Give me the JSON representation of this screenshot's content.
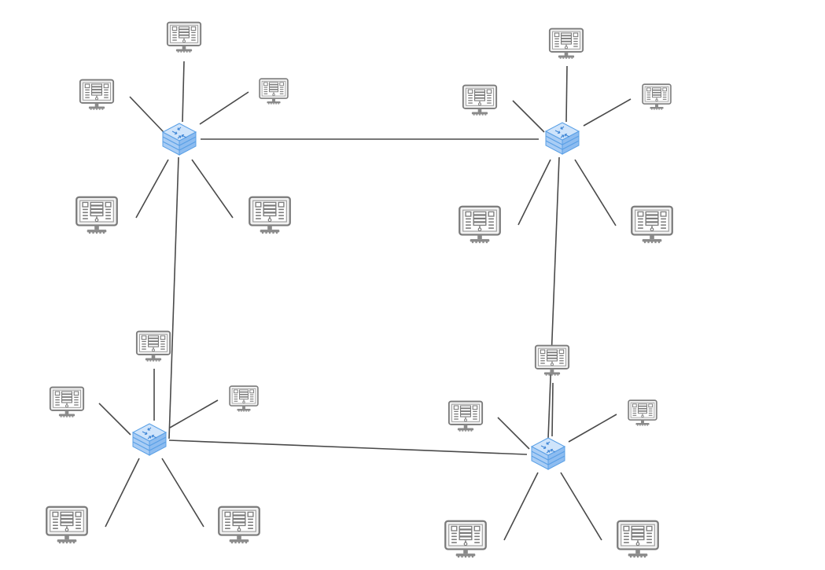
{
  "diagram": {
    "colors": {
      "link": "#4a4a4a",
      "switch_fill": "#a9cdf5",
      "switch_edge": "#5aa0e6",
      "host_frame": "#7b7b7b"
    },
    "icon_names": {
      "switch": "network-switch-icon",
      "host": "computer-monitor-icon"
    },
    "clusters": [
      {
        "id": "cluster-top-left",
        "switch": {
          "id": "switch-1",
          "icon": "network-switch-icon"
        },
        "hosts": [
          {
            "id": "host-1-1",
            "icon": "computer-monitor-icon"
          },
          {
            "id": "host-1-2",
            "icon": "computer-monitor-icon"
          },
          {
            "id": "host-1-3",
            "icon": "computer-monitor-icon"
          },
          {
            "id": "host-1-4",
            "icon": "computer-monitor-icon"
          },
          {
            "id": "host-1-5",
            "icon": "computer-monitor-icon"
          }
        ]
      },
      {
        "id": "cluster-top-right",
        "switch": {
          "id": "switch-2",
          "icon": "network-switch-icon"
        },
        "hosts": [
          {
            "id": "host-2-1",
            "icon": "computer-monitor-icon"
          },
          {
            "id": "host-2-2",
            "icon": "computer-monitor-icon"
          },
          {
            "id": "host-2-3",
            "icon": "computer-monitor-icon"
          },
          {
            "id": "host-2-4",
            "icon": "computer-monitor-icon"
          },
          {
            "id": "host-2-5",
            "icon": "computer-monitor-icon"
          }
        ]
      },
      {
        "id": "cluster-bottom-left",
        "switch": {
          "id": "switch-3",
          "icon": "network-switch-icon"
        },
        "hosts": [
          {
            "id": "host-3-1",
            "icon": "computer-monitor-icon"
          },
          {
            "id": "host-3-2",
            "icon": "computer-monitor-icon"
          },
          {
            "id": "host-3-3",
            "icon": "computer-monitor-icon"
          },
          {
            "id": "host-3-4",
            "icon": "computer-monitor-icon"
          },
          {
            "id": "host-3-5",
            "icon": "computer-monitor-icon"
          }
        ]
      },
      {
        "id": "cluster-bottom-right",
        "switch": {
          "id": "switch-4",
          "icon": "network-switch-icon"
        },
        "hosts": [
          {
            "id": "host-4-1",
            "icon": "computer-monitor-icon"
          },
          {
            "id": "host-4-2",
            "icon": "computer-monitor-icon"
          },
          {
            "id": "host-4-3",
            "icon": "computer-monitor-icon"
          },
          {
            "id": "host-4-4",
            "icon": "computer-monitor-icon"
          },
          {
            "id": "host-4-5",
            "icon": "computer-monitor-icon"
          }
        ]
      }
    ],
    "switch_links": [
      {
        "from": "switch-1",
        "to": "switch-2"
      },
      {
        "from": "switch-1",
        "to": "switch-3"
      },
      {
        "from": "switch-2",
        "to": "switch-4"
      },
      {
        "from": "switch-3",
        "to": "switch-4"
      }
    ]
  }
}
